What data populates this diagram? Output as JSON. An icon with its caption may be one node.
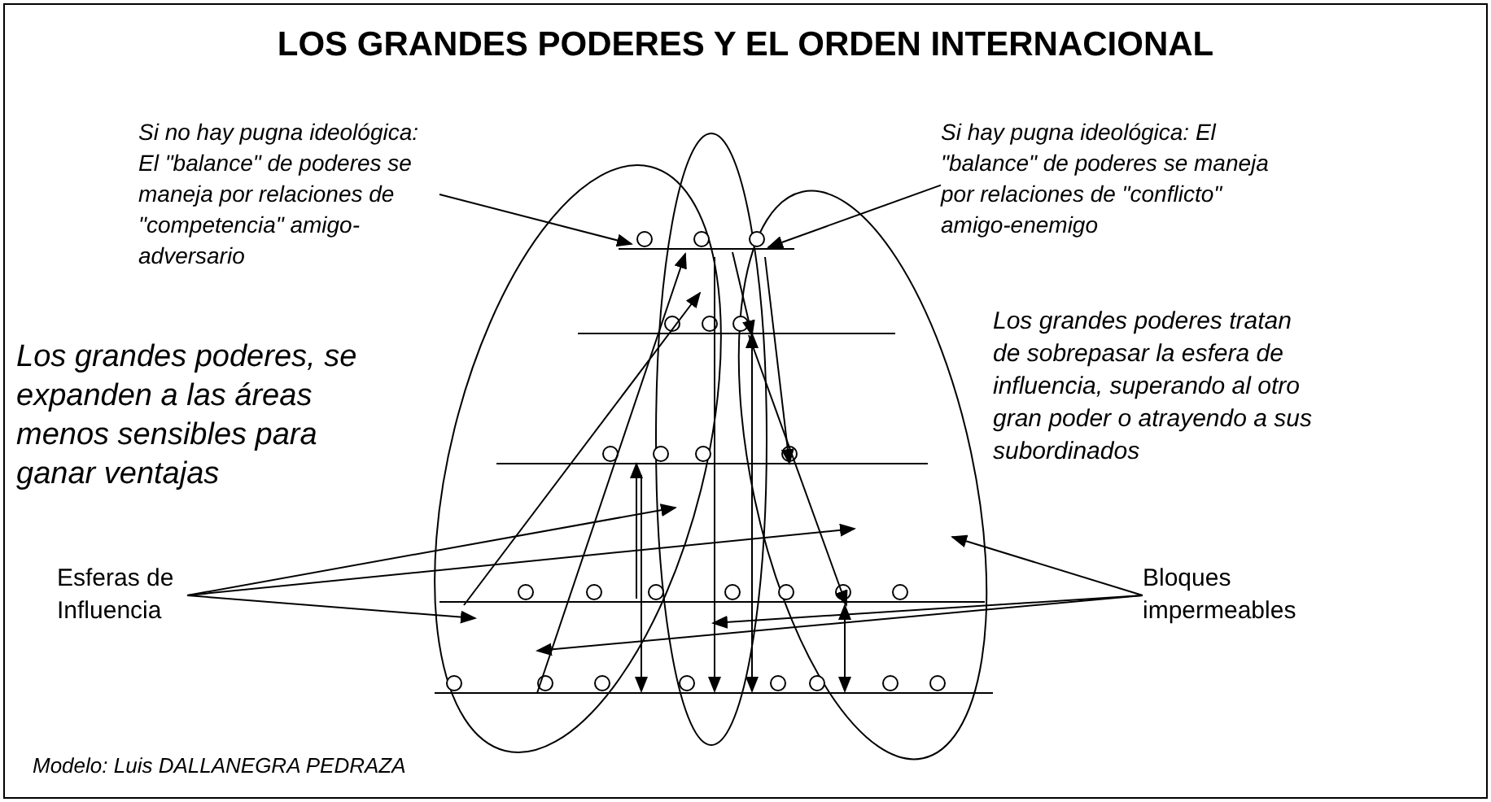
{
  "diagram": {
    "title": "LOS GRANDES PODERES Y EL ORDEN INTERNACIONAL",
    "caption": "Modelo: Luis DALLANEGRA PEDRAZA",
    "nodes": [
      {
        "text": [
          "Si no hay pugna ideológica: El \"balance\" de poderes se maneja por relaciones de \"competencia\" amigo-adversario"
        ]
      },
      {
        "text": [
          "Si hay pugna ideológica: El \"balance\" de poderes se maneja por relaciones de \"conflicto\" amigo-enemigo"
        ]
      },
      {
        "text": [
          "Los grandes poderes, se expanden a las áreas menos sensibles para ganar ventajas"
        ]
      },
      {
        "text": [
          "Los grandes poderes tratan de sobrepasar la esfera de influencia, superando al otro gran poder o atrayendo a sus subordinados"
        ]
      },
      {
        "text": [
          "Esferas de Influencia"
        ]
      },
      {
        "text": [
          "Bloques impermeables"
        ]
      }
    ],
    "edges": [
      {
        "from": 0,
        "to": null,
        "arrow": "to"
      },
      {
        "from": 1,
        "to": null,
        "arrow": "to"
      },
      {
        "from": 4,
        "to": null,
        "arrow": "to"
      },
      {
        "from": 4,
        "to": null,
        "arrow": "to"
      },
      {
        "from": 4,
        "to": null,
        "arrow": "to"
      },
      {
        "from": 5,
        "to": null,
        "arrow": "to"
      },
      {
        "from": 5,
        "to": null,
        "arrow": "to"
      },
      {
        "from": 5,
        "to": null,
        "arrow": "to"
      }
    ]
  }
}
